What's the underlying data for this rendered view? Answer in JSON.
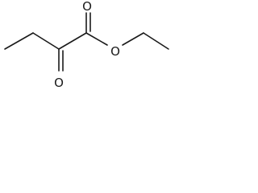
{
  "molecule": {
    "atoms": {
      "ester_carbonyl_oxygen": "O",
      "ester_oxygen": "O",
      "ketone_oxygen": "O"
    }
  }
}
